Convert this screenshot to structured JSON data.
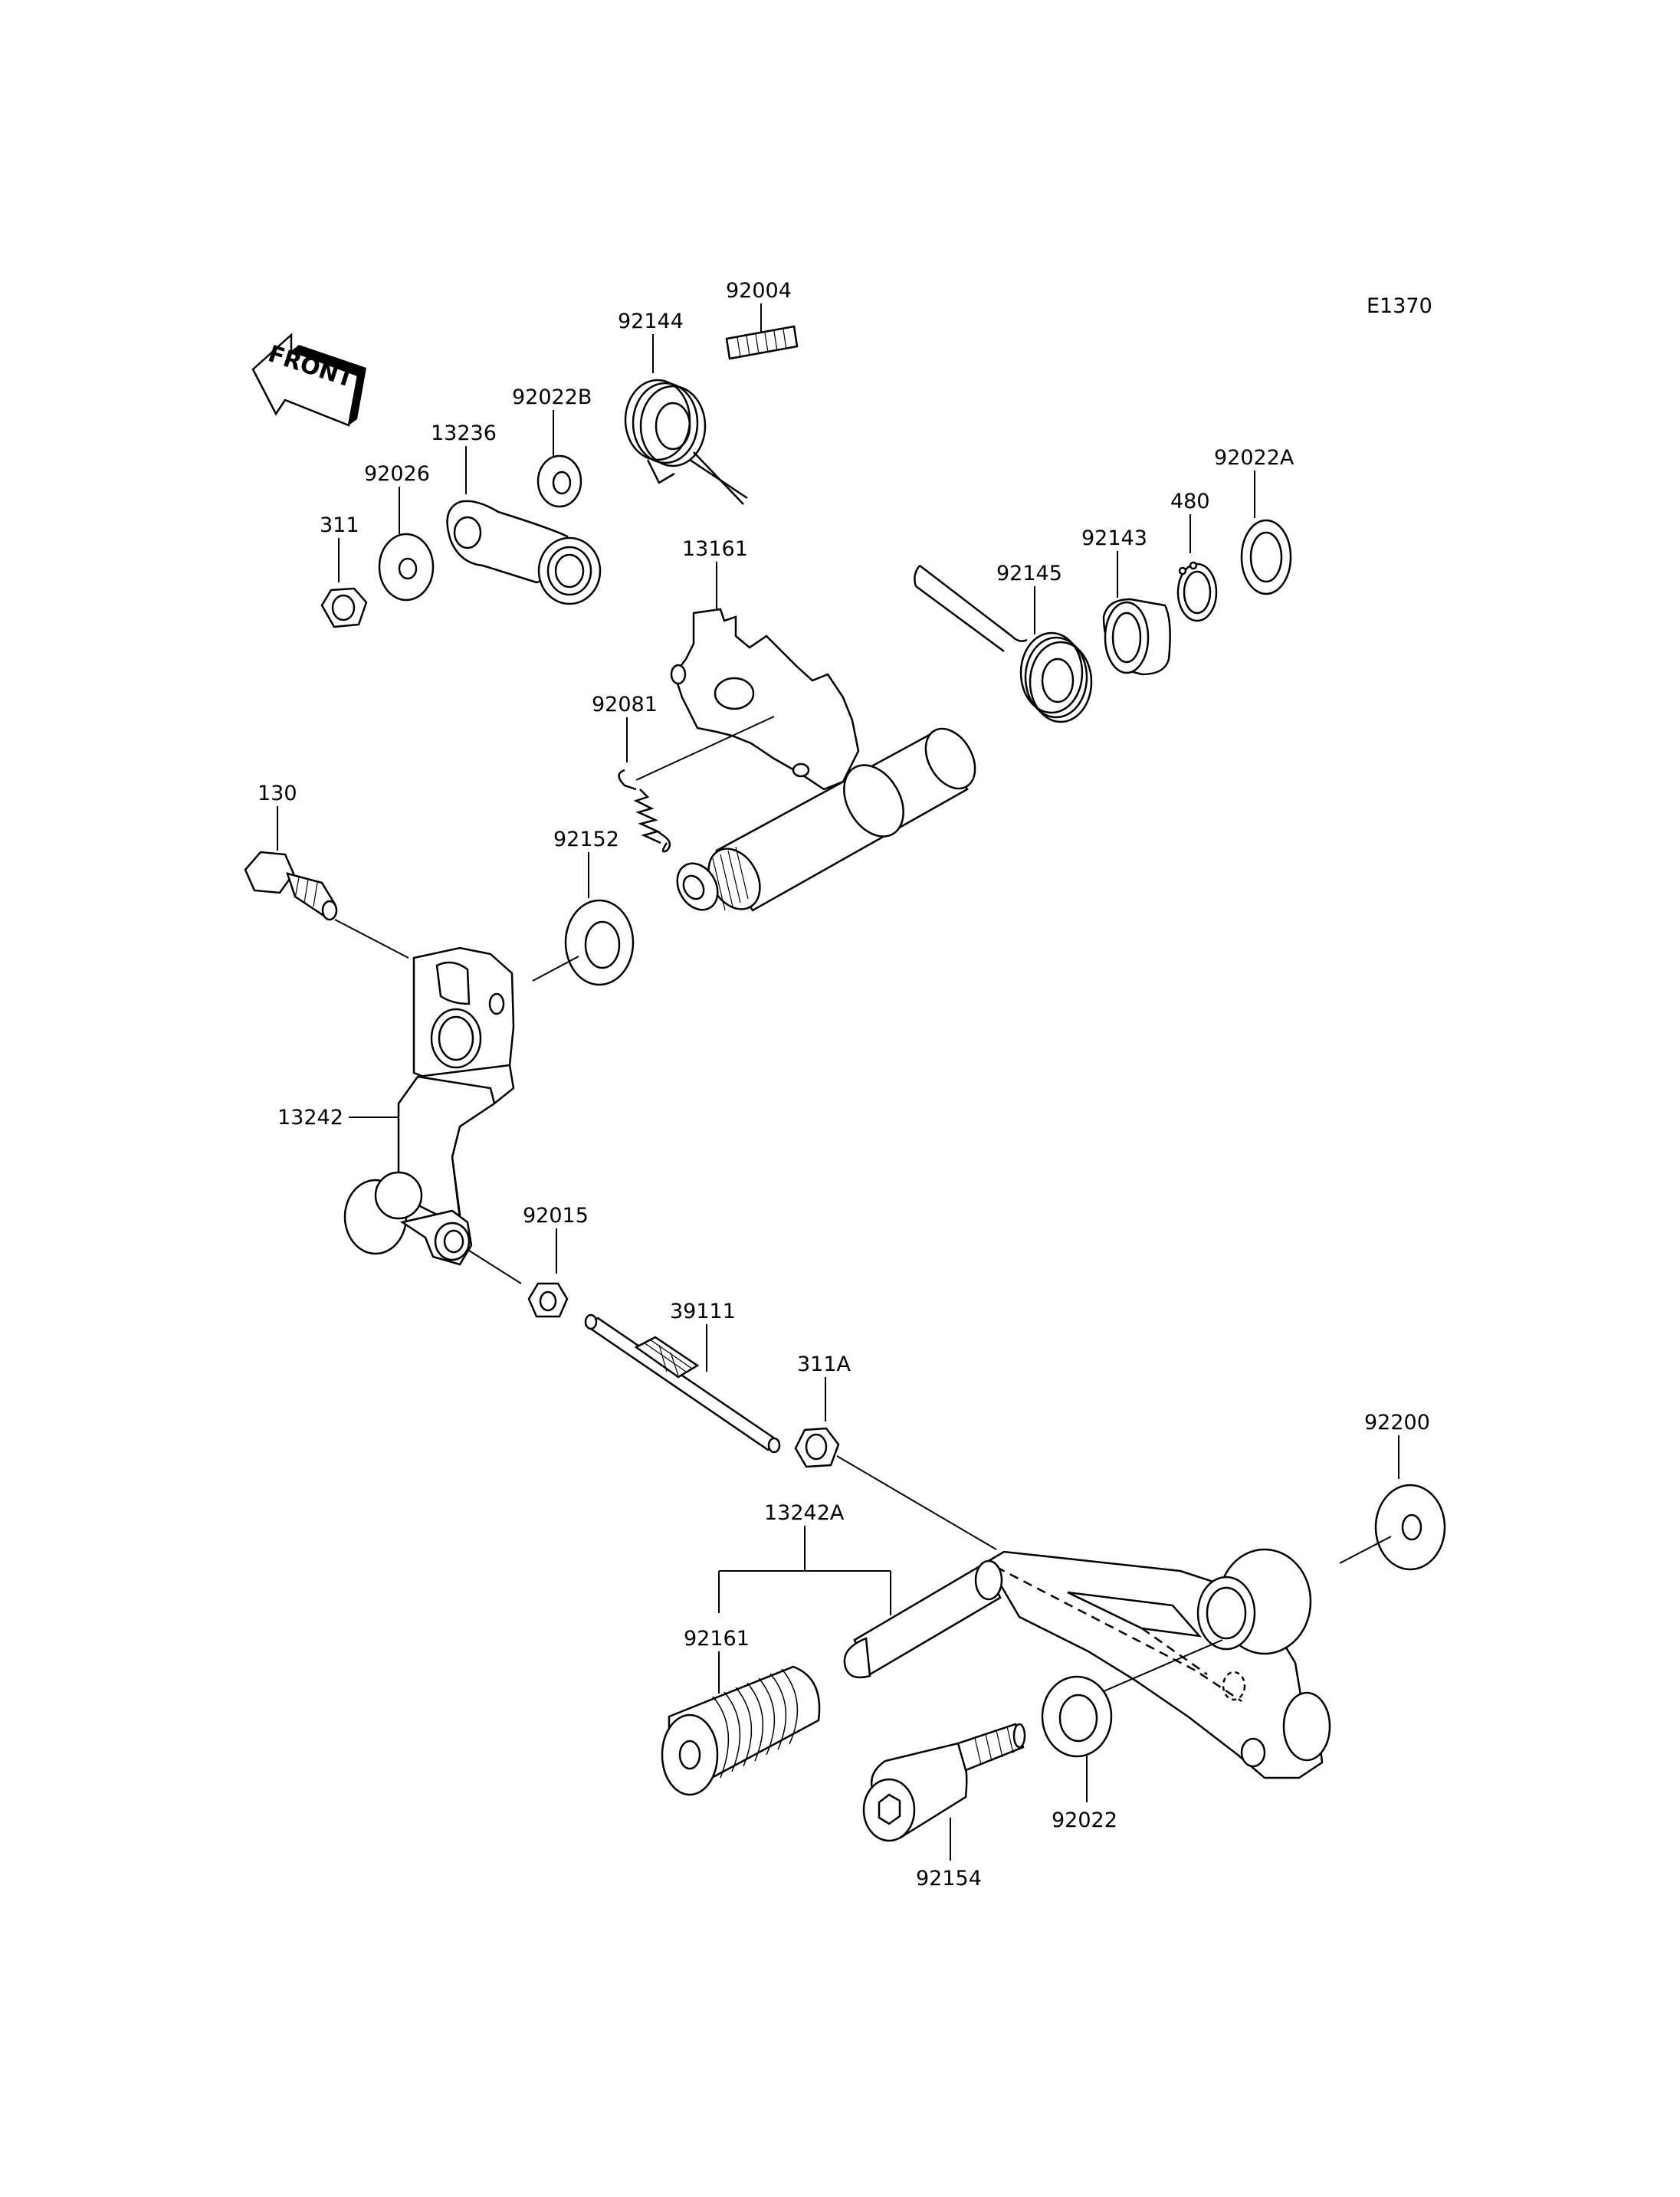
{
  "diagram_code": "E1370",
  "front_arrow_text": "FRONT",
  "parts": {
    "p_92004": "92004",
    "p_92144": "92144",
    "p_92022B": "92022B",
    "p_13236": "13236",
    "p_92026": "92026",
    "p_311": "311",
    "p_13161": "13161",
    "p_92081": "92081",
    "p_92145": "92145",
    "p_92143": "92143",
    "p_480": "480",
    "p_92022A": "92022A",
    "p_130": "130",
    "p_92152": "92152",
    "p_13242": "13242",
    "p_92015": "92015",
    "p_39111": "39111",
    "p_311A": "311A",
    "p_13242A": "13242A",
    "p_92161": "92161",
    "p_92200": "92200",
    "p_92022": "92022",
    "p_92154": "92154"
  }
}
